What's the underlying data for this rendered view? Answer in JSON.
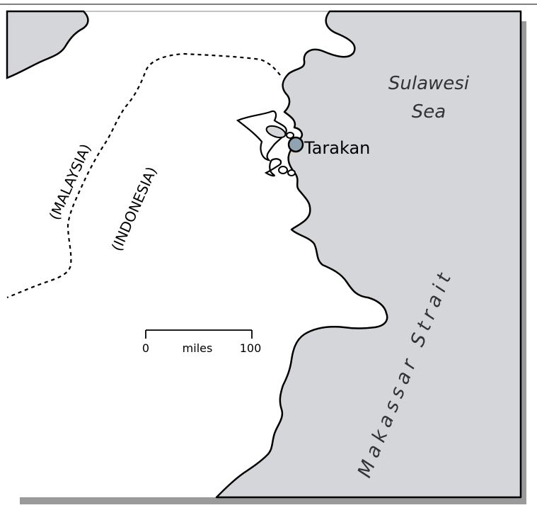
{
  "map": {
    "places": {
      "city": "Tarakan",
      "sea": [
        "Sulawesi",
        "Sea"
      ],
      "strait": "Makassar Strait"
    },
    "countries": {
      "malaysia": "(MALAYSIA)",
      "indonesia": "(INDONESIA)"
    },
    "scale_bar": {
      "start": "0",
      "unit": "miles",
      "end": "100"
    },
    "colors": {
      "sea": "#d4d6da",
      "land": "#ffffff",
      "shadow": "#9a9a9a",
      "city_marker": "#8fa3b3",
      "outline": "#000000"
    }
  }
}
